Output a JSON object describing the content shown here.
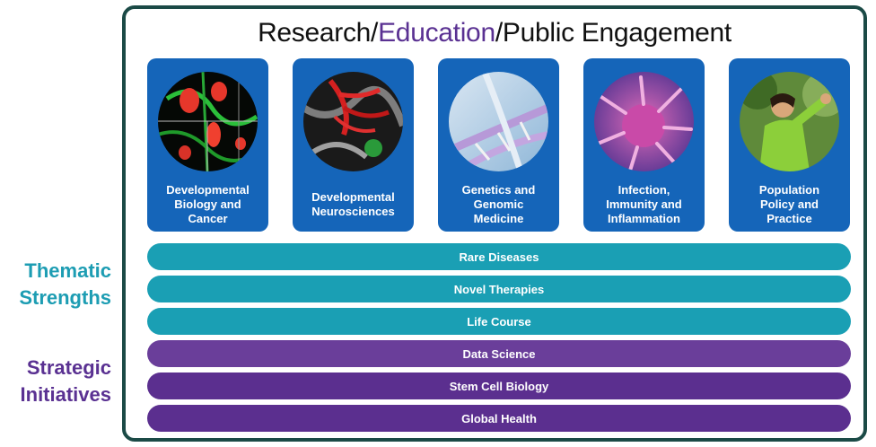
{
  "labels": {
    "thematic_line1": "Thematic",
    "thematic_line2": "Strengths",
    "strategic_line1": "Strategic",
    "strategic_line2": "Initiatives"
  },
  "title": {
    "part1": "Research/",
    "part2": "Education",
    "part3": "/Public Engagement"
  },
  "cards": [
    {
      "label": "Developmental\nBiology and\nCancer",
      "image": "fluorescent-cells"
    },
    {
      "label": "Developmental\nNeurosciences",
      "image": "neurons"
    },
    {
      "label": "Genetics and\nGenomic\nMedicine",
      "image": "dna-helix"
    },
    {
      "label": "Infection,\nImmunity and\nInflammation",
      "image": "virus"
    },
    {
      "label": "Population\nPolicy and\nPractice",
      "image": "child"
    }
  ],
  "bars": [
    {
      "label": "Rare Diseases",
      "group": "thematic"
    },
    {
      "label": "Novel Therapies",
      "group": "thematic"
    },
    {
      "label": "Life Course",
      "group": "thematic"
    },
    {
      "label": "Data Science",
      "group": "strategic"
    },
    {
      "label": "Stem Cell Biology",
      "group": "strategic"
    },
    {
      "label": "Global Health",
      "group": "strategic"
    }
  ],
  "colors": {
    "card_blue": "#1565b9",
    "thematic_teal": "#1a9fb4",
    "strategic_purple": "#5b2f8f",
    "frame": "#1b4a46"
  }
}
